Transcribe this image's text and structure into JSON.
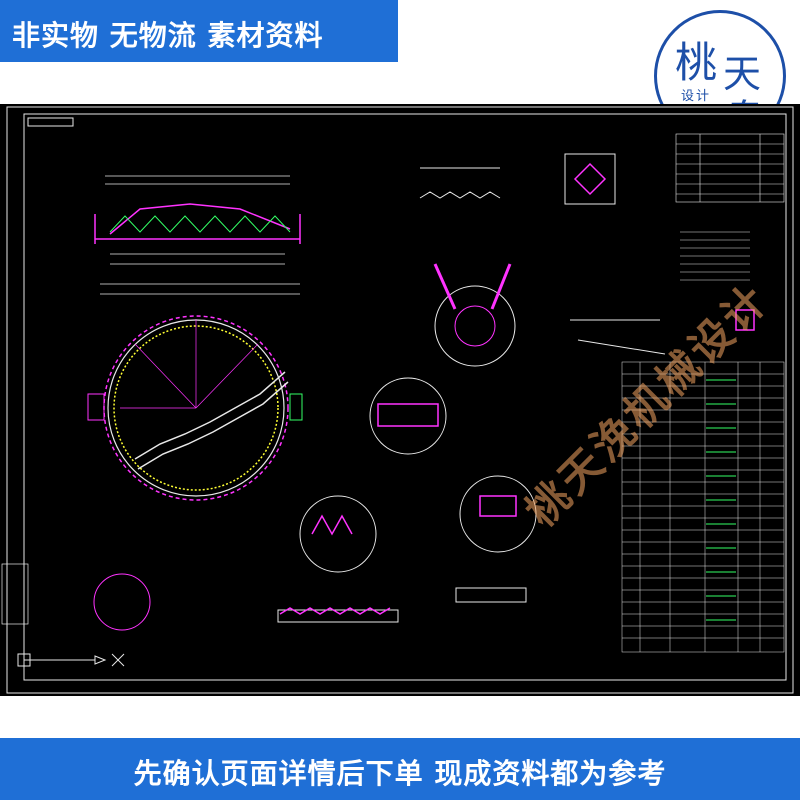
{
  "top_banner": {
    "text": "非实物 无物流 素材资料"
  },
  "logo": {
    "char_1": "桃",
    "char_2": "天",
    "char_3": "臭",
    "subtitle": "设计"
  },
  "watermark": {
    "text": "桃天浼机械设计"
  },
  "bottom_banner": {
    "text": "先确认页面详情后下单 现成资料都为参考"
  },
  "colors": {
    "banner_blue": "#1f6fd6",
    "logo_blue": "#1d4fa8",
    "cad_background": "#000000",
    "cad_white": "#e8e8e8",
    "cad_magenta": "#ff33ff",
    "cad_yellow": "#ffff33",
    "cad_green": "#33ff66",
    "cad_cyan": "#33e0ff",
    "watermark_orange": "#f4a460"
  },
  "drawing": {
    "description_icon": "cad-drawing-icon"
  }
}
